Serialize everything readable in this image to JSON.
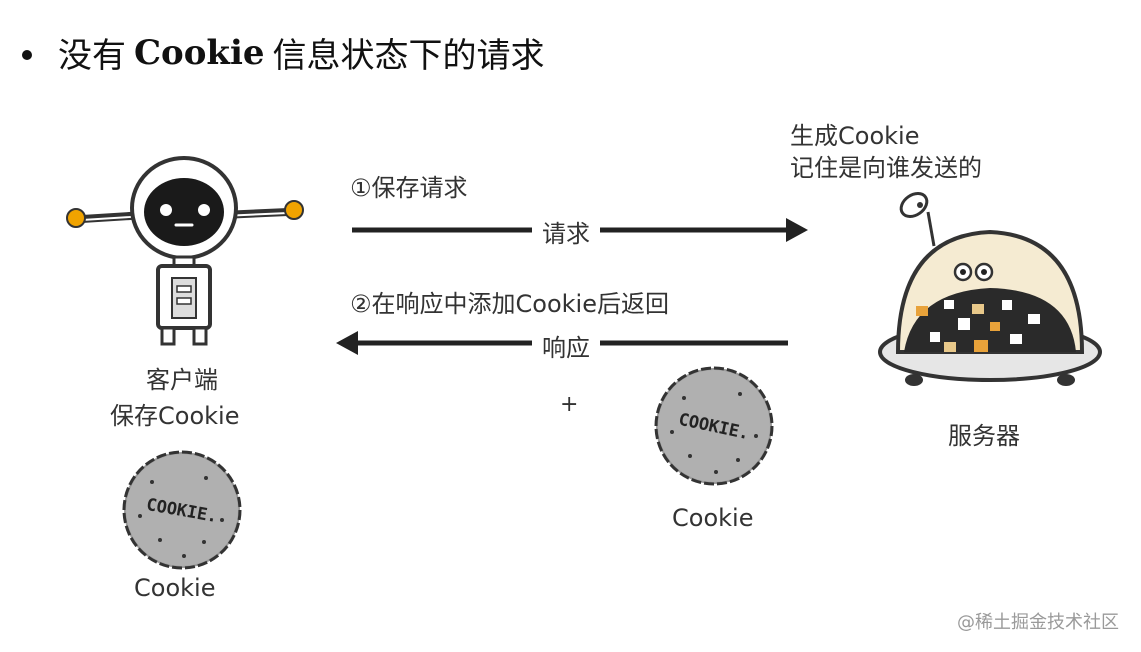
{
  "heading": {
    "prefix": "没有",
    "bold": "Cookie",
    "suffix": "信息状态下的请求"
  },
  "client": {
    "label_line1": "客户端",
    "label_line2": "保存Cookie",
    "cookie_caption": "Cookie",
    "cookie_text": "COOKIE."
  },
  "server": {
    "label": "服务器",
    "note_line1": "生成Cookie",
    "note_line2": "记住是向谁发送的"
  },
  "step1": {
    "caption": "①保存请求",
    "arrow_label": "请求"
  },
  "step2": {
    "caption": "②在响应中添加Cookie后返回",
    "arrow_label": "响应"
  },
  "response_extra": {
    "plus": "+",
    "cookie_caption": "Cookie",
    "cookie_text": "COOKIE."
  },
  "watermark": "@稀土掘金技术社区"
}
